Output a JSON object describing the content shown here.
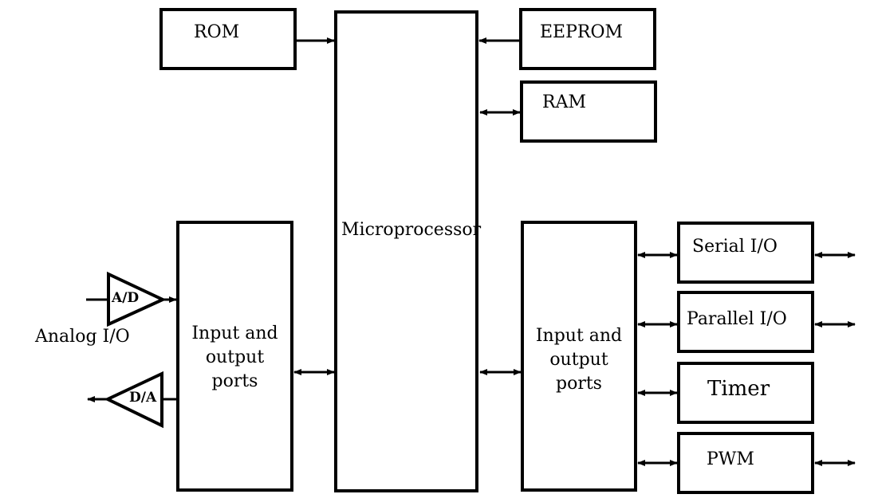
{
  "diagram": {
    "blocks": {
      "rom": "ROM",
      "eeprom": "EEPROM",
      "ram": "RAM",
      "microprocessor": "Microprocessor",
      "io_ports_left": [
        "Input and",
        "output",
        "ports"
      ],
      "io_ports_right": [
        "Input and",
        "output",
        "ports"
      ],
      "serial_io": "Serial I/O",
      "parallel_io": "Parallel I/O",
      "timer": "Timer",
      "pwm": "PWM"
    },
    "converters": {
      "ad": "A/D",
      "da": "D/A"
    },
    "analog_label": "Analog I/O"
  }
}
